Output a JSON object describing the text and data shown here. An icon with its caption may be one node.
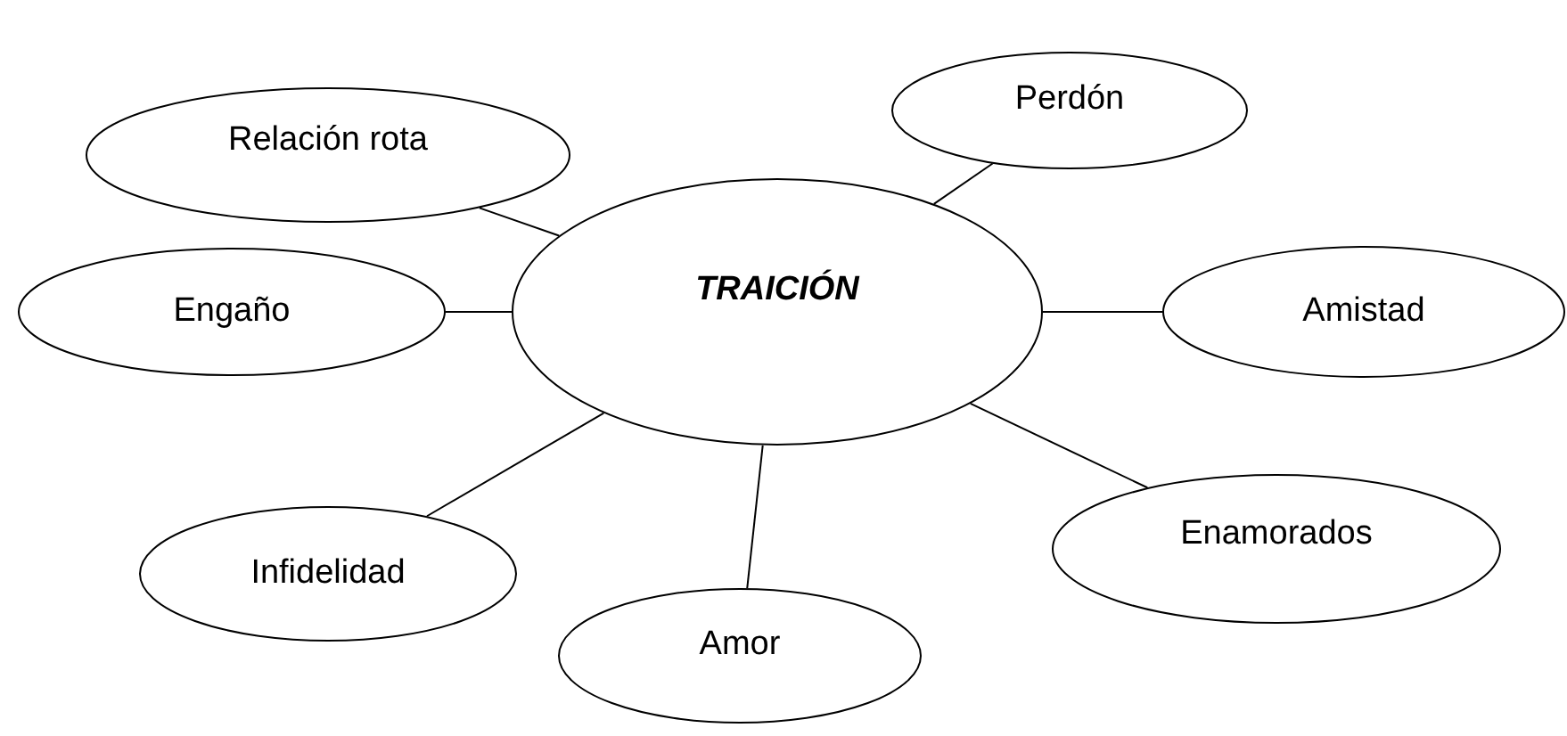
{
  "diagram": {
    "nodes": [
      {
        "text": [
          "Relación rota"
        ]
      },
      {
        "text": [
          "Perdón"
        ]
      },
      {
        "text": [
          "TRAICIÓN"
        ]
      },
      {
        "text": [
          "Engaño"
        ]
      },
      {
        "text": [
          "Amistad"
        ]
      },
      {
        "text": [
          "Enamorados"
        ]
      },
      {
        "text": [
          "Infidelidad"
        ]
      },
      {
        "text": [
          "Amor"
        ]
      }
    ],
    "edges": [
      {
        "from": 2,
        "to": 0,
        "arrow": "none"
      },
      {
        "from": 2,
        "to": 1,
        "arrow": "none"
      },
      {
        "from": 2,
        "to": 3,
        "arrow": "none"
      },
      {
        "from": 2,
        "to": 4,
        "arrow": "none"
      },
      {
        "from": 2,
        "to": 5,
        "arrow": "none"
      },
      {
        "from": 2,
        "to": 6,
        "arrow": "none"
      },
      {
        "from": 2,
        "to": 7,
        "arrow": "none"
      }
    ]
  }
}
